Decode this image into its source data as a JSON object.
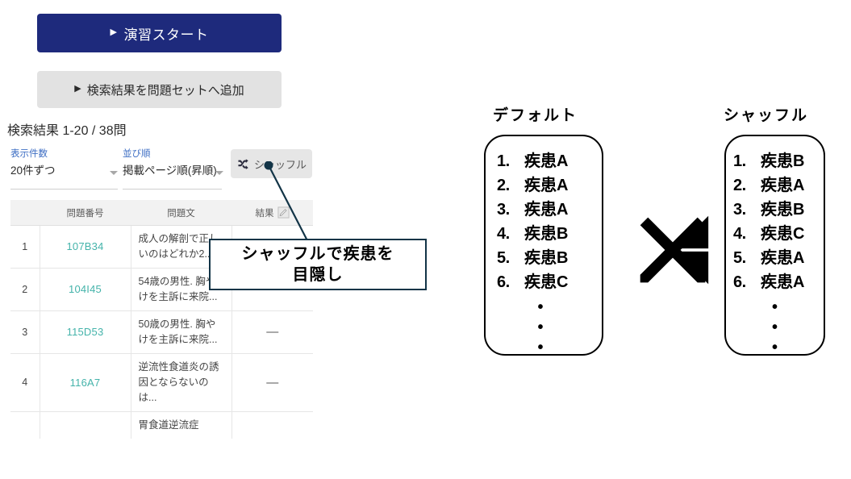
{
  "app": {
    "start_button": {
      "label": "演習スタート",
      "marker": "▶",
      "color": "#1e2a7c"
    },
    "add_button": {
      "label": "検索結果を問題セットへ追加",
      "marker": "▶",
      "color": "#e2e2e2"
    },
    "result_count": "検索結果 1-20 / 38問",
    "controls": {
      "per_page": {
        "label": "表示件数",
        "value": "20件ずつ",
        "icon": "chevron-down-icon"
      },
      "sort_order": {
        "label": "並び順",
        "value": "掲載ページ順(昇順)",
        "icon": "chevron-down-icon"
      },
      "shuffle_button": {
        "label": "シャッフル",
        "icon": "shuffle-icon"
      }
    },
    "table": {
      "headers": {
        "no": "",
        "question_no": "問題番号",
        "question_text": "問題文",
        "result": "結果",
        "result_icon": "pencil-edit-icon"
      },
      "rows": [
        {
          "no": "1",
          "id": "107B34",
          "text": "成人の解剖で正しいのはどれか2...",
          "result": ""
        },
        {
          "no": "2",
          "id": "104I45",
          "text": "54歳の男性. 胸やけを主訴に来院...",
          "result": "—"
        },
        {
          "no": "3",
          "id": "115D53",
          "text": "50歳の男性. 胸やけを主訴に来院...",
          "result": "—"
        },
        {
          "no": "4",
          "id": "116A7",
          "text": "逆流性食道炎の誘因とならないのは...",
          "result": "—"
        }
      ],
      "partial_row_text": "胃食道逆流症",
      "link_color": "#44b3aa"
    }
  },
  "callout": {
    "line1": "シャッフルで疾患を",
    "line2": "目隠し",
    "border_color": "#123447"
  },
  "diagram": {
    "left": {
      "title": "デフォルト",
      "items": [
        {
          "num": "1.",
          "text": "疾患A"
        },
        {
          "num": "2.",
          "text": "疾患A"
        },
        {
          "num": "3.",
          "text": "疾患A"
        },
        {
          "num": "4.",
          "text": "疾患B"
        },
        {
          "num": "5.",
          "text": "疾患B"
        },
        {
          "num": "6.",
          "text": "疾患C"
        }
      ],
      "ellipsis": [
        "•",
        "•",
        "•"
      ]
    },
    "right": {
      "title": "シャッフル",
      "items": [
        {
          "num": "1.",
          "text": "疾患B"
        },
        {
          "num": "2.",
          "text": "疾患A"
        },
        {
          "num": "3.",
          "text": "疾患B"
        },
        {
          "num": "4.",
          "text": "疾患C"
        },
        {
          "num": "5.",
          "text": "疾患A"
        },
        {
          "num": "6.",
          "text": "疾患A"
        }
      ],
      "ellipsis": [
        "•",
        "•",
        "•"
      ]
    },
    "center_icon": "shuffle-cross-arrows-icon"
  }
}
